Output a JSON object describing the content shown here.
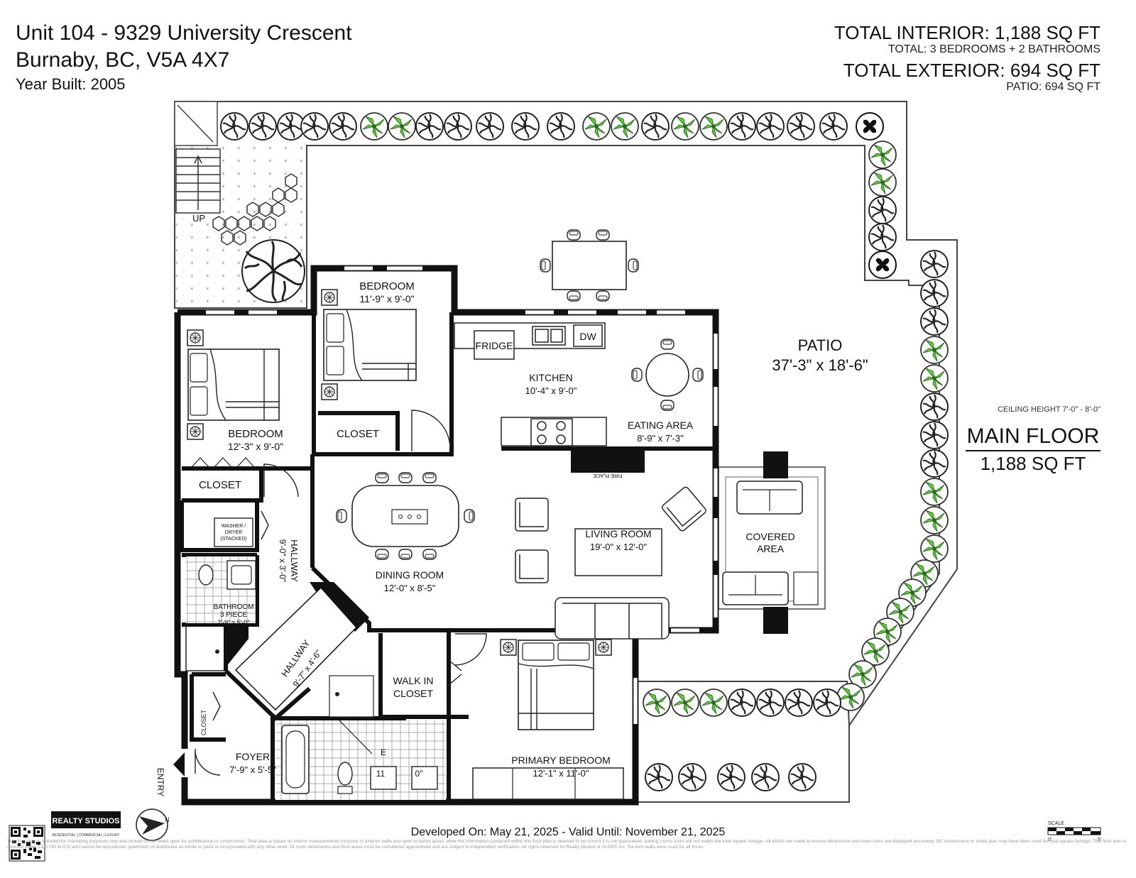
{
  "header": {
    "address_line1": "Unit 104 - 9329 University Crescent",
    "address_line2": "Burnaby, BC, V5A 4X7",
    "year_built": "Year Built: 2005"
  },
  "totals": {
    "interior_label": "TOTAL INTERIOR:",
    "interior_value": "1,188 SQ FT",
    "rooms_summary": "TOTAL: 3 BEDROOMS + 2 BATHROOMS",
    "exterior_label": "TOTAL EXTERIOR:",
    "exterior_value": "694 SQ FT",
    "patio_summary": "PATIO: 694 SQ FT"
  },
  "floor": {
    "ceiling_height": "CEILING HEIGHT 7'-0\" - 8'-0\"",
    "name": "MAIN FLOOR",
    "area": "1,188 SQ FT"
  },
  "rooms": {
    "bedroom1_name": "BEDROOM",
    "bedroom1_dims": "11'-9\" x 9'-0\"",
    "bedroom2_name": "BEDROOM",
    "bedroom2_dims": "12'-3\" x 9'-0\"",
    "closet": "CLOSET",
    "closet_small": "CLOSET",
    "closet_foyer": "CLOSET",
    "kitchen_name": "KITCHEN",
    "kitchen_dims": "10'-4\" x 9'-0\"",
    "fridge": "FRIDGE",
    "dw": "DW",
    "eating_name": "EATING AREA",
    "eating_dims": "8'-9\" x 7'-3\"",
    "patio_name": "PATIO",
    "patio_dims": "37'-3\" x 18'-6\"",
    "covered_line1": "COVERED",
    "covered_line2": "AREA",
    "living_name": "LIVING ROOM",
    "living_dims": "19'-0\" x 12'-0\"",
    "fireplace": "FIRE PLACE",
    "dining_name": "DINING ROOM",
    "dining_dims": "12'-0\" x 8'-5\"",
    "washer_line1": "WASHER /",
    "washer_line2": "DRYER",
    "washer_line3": "(STACKED)",
    "hallway1_name": "HALLWAY",
    "hallway1_dims": "9'-0\" x 3'-0\"",
    "bath3_line1": "BATHROOM",
    "bath3_line2": "3 PIECE",
    "bath3_dims": "7'-9\" x 5'-0\"",
    "hallway2_name": "HALLWAY",
    "hallway2_dims": "9'-7\" x 4'-6\"",
    "walkin_line1": "WALK IN",
    "walkin_line2": "CLOSET",
    "primary_name": "PRIMARY BEDROOM",
    "primary_dims": "12'-1\" x 11'-0\"",
    "foyer_name": "FOYER",
    "foyer_dims": "7'-9\" x 5'-5\"",
    "entry": "ENTRY",
    "up": "UP",
    "ensuite_partial_a": "E",
    "ensuite_partial_b": "11",
    "ensuite_partial_c": "0\""
  },
  "branding": {
    "company": "REALTY STUDIOS",
    "tagline": "RESIDENTIAL | COMMERCIAL | LUXURY",
    "compass_letter": "N",
    "scale_label": "SCALE",
    "scale_start": "0'",
    "scale_end": "5'"
  },
  "footer": {
    "developed": "Developed On: May 21, 2025 - Valid Until: November 21, 2025",
    "disclaimer": "This floor plan is intended for marketing purposes only and should not be relied upon for architectural or construction. Total area is based on interior measurements inclusive of exterior walls and open to below areas, while the information contained within this floor plan is deemed to be correct it is not guaranteed. Adding rooms sizes will not match the total square footage. All efforts are made to ensure dimensions and room sizes are displayed accurately. BC Assessment or strata plan may have been used for total square footage. This floor plan is covered under E&O ON M.O.D and cannot be reproduced, published, or distributed as whole or parts or incorporated with any other work. All room dimensions and floor areas must be considered approximate and are subject to independent verification. All rights reserved for Realty Studios & VLGRS Inc. Six-inch walls were used for all floors."
  },
  "colors": {
    "wall": "#111111",
    "plant_green": "#5fd43a",
    "plant_dark": "#222222",
    "paving": "#7a7a7a"
  }
}
